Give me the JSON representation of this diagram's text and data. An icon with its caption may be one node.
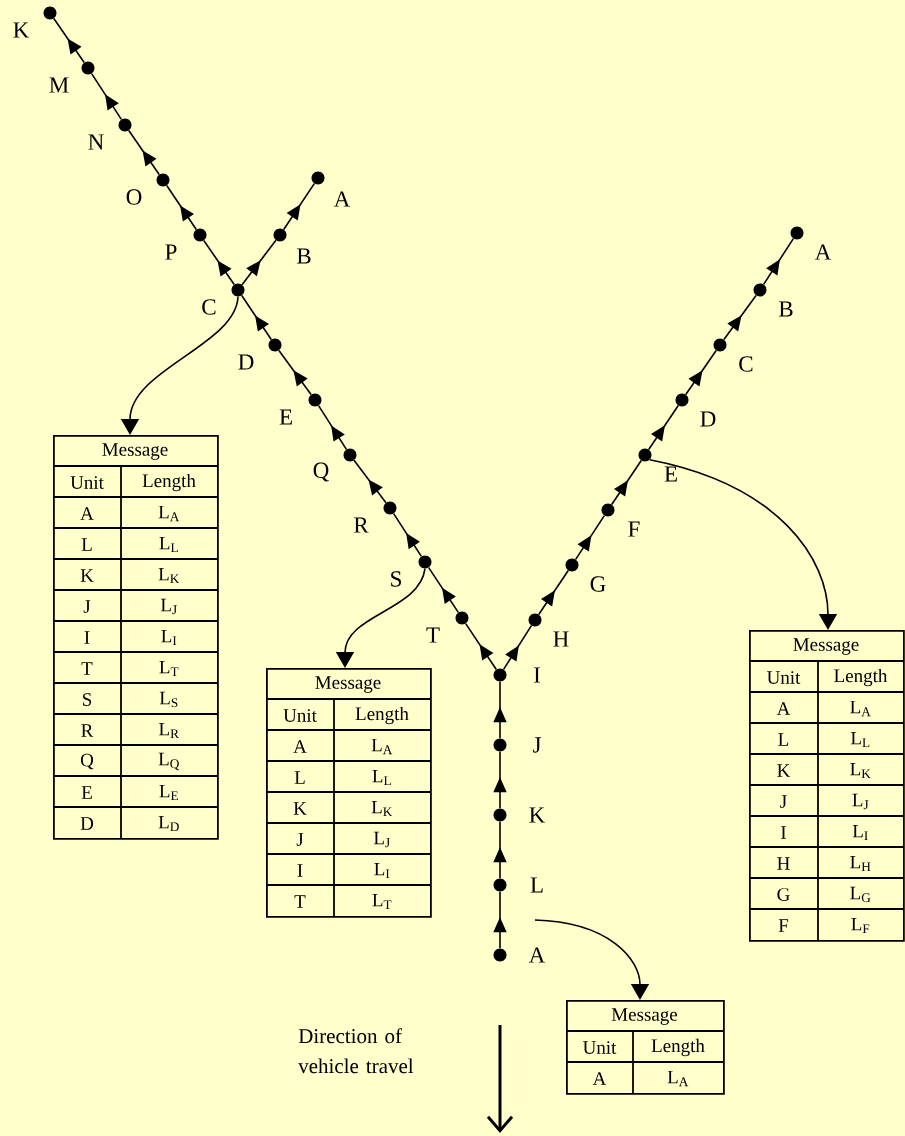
{
  "diagram": {
    "nodes": [
      {
        "text": [],
        "shape": "circle",
        "beside": [
          "K"
        ]
      },
      {
        "text": [],
        "shape": "circle",
        "beside": [
          "M"
        ]
      },
      {
        "text": [],
        "shape": "circle",
        "beside": [
          "N"
        ]
      },
      {
        "text": [],
        "shape": "circle",
        "beside": [
          "O"
        ]
      },
      {
        "text": [],
        "shape": "circle",
        "beside": [
          "P"
        ]
      },
      {
        "text": [],
        "shape": "circle",
        "beside": [
          "C"
        ]
      },
      {
        "text": [],
        "shape": "circle",
        "beside": [
          "B"
        ]
      },
      {
        "text": [],
        "shape": "circle",
        "beside": [
          "A"
        ]
      },
      {
        "text": [],
        "shape": "circle",
        "beside": [
          "D"
        ]
      },
      {
        "text": [],
        "shape": "circle",
        "beside": [
          "E"
        ]
      },
      {
        "text": [],
        "shape": "circle",
        "beside": [
          "Q"
        ]
      },
      {
        "text": [],
        "shape": "circle",
        "beside": [
          "R"
        ]
      },
      {
        "text": [],
        "shape": "circle",
        "beside": [
          "S"
        ]
      },
      {
        "text": [],
        "shape": "circle",
        "beside": [
          "T"
        ]
      },
      {
        "text": [],
        "shape": "circle",
        "beside": [
          "I"
        ]
      },
      {
        "text": [],
        "shape": "circle",
        "beside": [
          "H"
        ]
      },
      {
        "text": [],
        "shape": "circle",
        "beside": [
          "G"
        ]
      },
      {
        "text": [],
        "shape": "circle",
        "beside": [
          "F"
        ]
      },
      {
        "text": [],
        "shape": "circle",
        "beside": [
          "E"
        ]
      },
      {
        "text": [],
        "shape": "circle",
        "beside": [
          "D"
        ]
      },
      {
        "text": [],
        "shape": "circle",
        "beside": [
          "C"
        ]
      },
      {
        "text": [],
        "shape": "circle",
        "beside": [
          "B"
        ]
      },
      {
        "text": [],
        "shape": "circle",
        "beside": [
          "A"
        ]
      },
      {
        "text": [],
        "shape": "circle",
        "beside": [
          "J"
        ]
      },
      {
        "text": [],
        "shape": "circle",
        "beside": [
          "K"
        ]
      },
      {
        "text": [],
        "shape": "circle",
        "beside": [
          "L"
        ]
      },
      {
        "text": [],
        "shape": "circle",
        "beside": [
          "A"
        ]
      },
      {
        "text": [
          "Message",
          "Unit",
          "Length",
          "A",
          "L$_{A}$",
          "L",
          "L$_{L}$",
          "K",
          "L$_{K}$",
          "J",
          "L$_{J}$",
          "I",
          "L$_{I}$",
          "T",
          "L$_{T}$",
          "S",
          "L$_{S}$",
          "R",
          "L$_{R}$",
          "Q",
          "L$_{Q}$",
          "E",
          "L$_{E}$",
          "D",
          "L$_{D}$"
        ]
      },
      {
        "text": [
          "Message",
          "Unit",
          "Length",
          "A",
          "L$_{A}$",
          "L",
          "L$_{L}$",
          "K",
          "L$_{K}$",
          "J",
          "L$_{J}$",
          "I",
          "L$_{I}$",
          "T",
          "L$_{T}$"
        ]
      },
      {
        "text": [
          "Message",
          "Unit",
          "Length",
          "A",
          "L$_{A}$",
          "L",
          "L$_{L}$",
          "K",
          "L$_{K}$",
          "J",
          "L$_{J}$",
          "I",
          "L$_{I}$",
          "H",
          "L$_{H}$",
          "G",
          "L$_{G}$",
          "F",
          "L$_{F}$"
        ]
      },
      {
        "text": [
          "Message",
          "Unit",
          "Length",
          "A",
          "L$_{A}$"
        ]
      }
    ],
    "edges": [
      {
        "from": 26,
        "to": 25,
        "arrow": "to"
      },
      {
        "from": 25,
        "to": 24,
        "arrow": "to"
      },
      {
        "from": 24,
        "to": 23,
        "arrow": "to"
      },
      {
        "from": 23,
        "to": 14,
        "arrow": "to"
      },
      {
        "from": 14,
        "to": 13,
        "arrow": "to"
      },
      {
        "from": 13,
        "to": 12,
        "arrow": "to"
      },
      {
        "from": 12,
        "to": 11,
        "arrow": "to"
      },
      {
        "from": 11,
        "to": 10,
        "arrow": "to"
      },
      {
        "from": 10,
        "to": 9,
        "arrow": "to"
      },
      {
        "from": 9,
        "to": 8,
        "arrow": "to"
      },
      {
        "from": 8,
        "to": 5,
        "arrow": "to"
      },
      {
        "from": 5,
        "to": 4,
        "arrow": "to"
      },
      {
        "from": 4,
        "to": 3,
        "arrow": "to"
      },
      {
        "from": 3,
        "to": 2,
        "arrow": "to"
      },
      {
        "from": 2,
        "to": 1,
        "arrow": "to"
      },
      {
        "from": 1,
        "to": 0,
        "arrow": "to"
      },
      {
        "from": 5,
        "to": 6,
        "arrow": "to"
      },
      {
        "from": 6,
        "to": 7,
        "arrow": "to"
      },
      {
        "from": 14,
        "to": 15,
        "arrow": "to"
      },
      {
        "from": 15,
        "to": 16,
        "arrow": "to"
      },
      {
        "from": 16,
        "to": 17,
        "arrow": "to"
      },
      {
        "from": 17,
        "to": 18,
        "arrow": "to"
      },
      {
        "from": 18,
        "to": 19,
        "arrow": "to"
      },
      {
        "from": 19,
        "to": 20,
        "arrow": "to"
      },
      {
        "from": 20,
        "to": 21,
        "arrow": "to"
      },
      {
        "from": 21,
        "to": 22,
        "arrow": "to"
      },
      {
        "from": 5,
        "to": 27,
        "arrow": "to"
      },
      {
        "from": 12,
        "to": 28,
        "arrow": "to"
      },
      {
        "from": 18,
        "to": 29,
        "arrow": "to"
      },
      {
        "from": null,
        "to": 30,
        "arrow": "to"
      }
    ],
    "labels": [
      "Direction of vehicle travel"
    ]
  }
}
